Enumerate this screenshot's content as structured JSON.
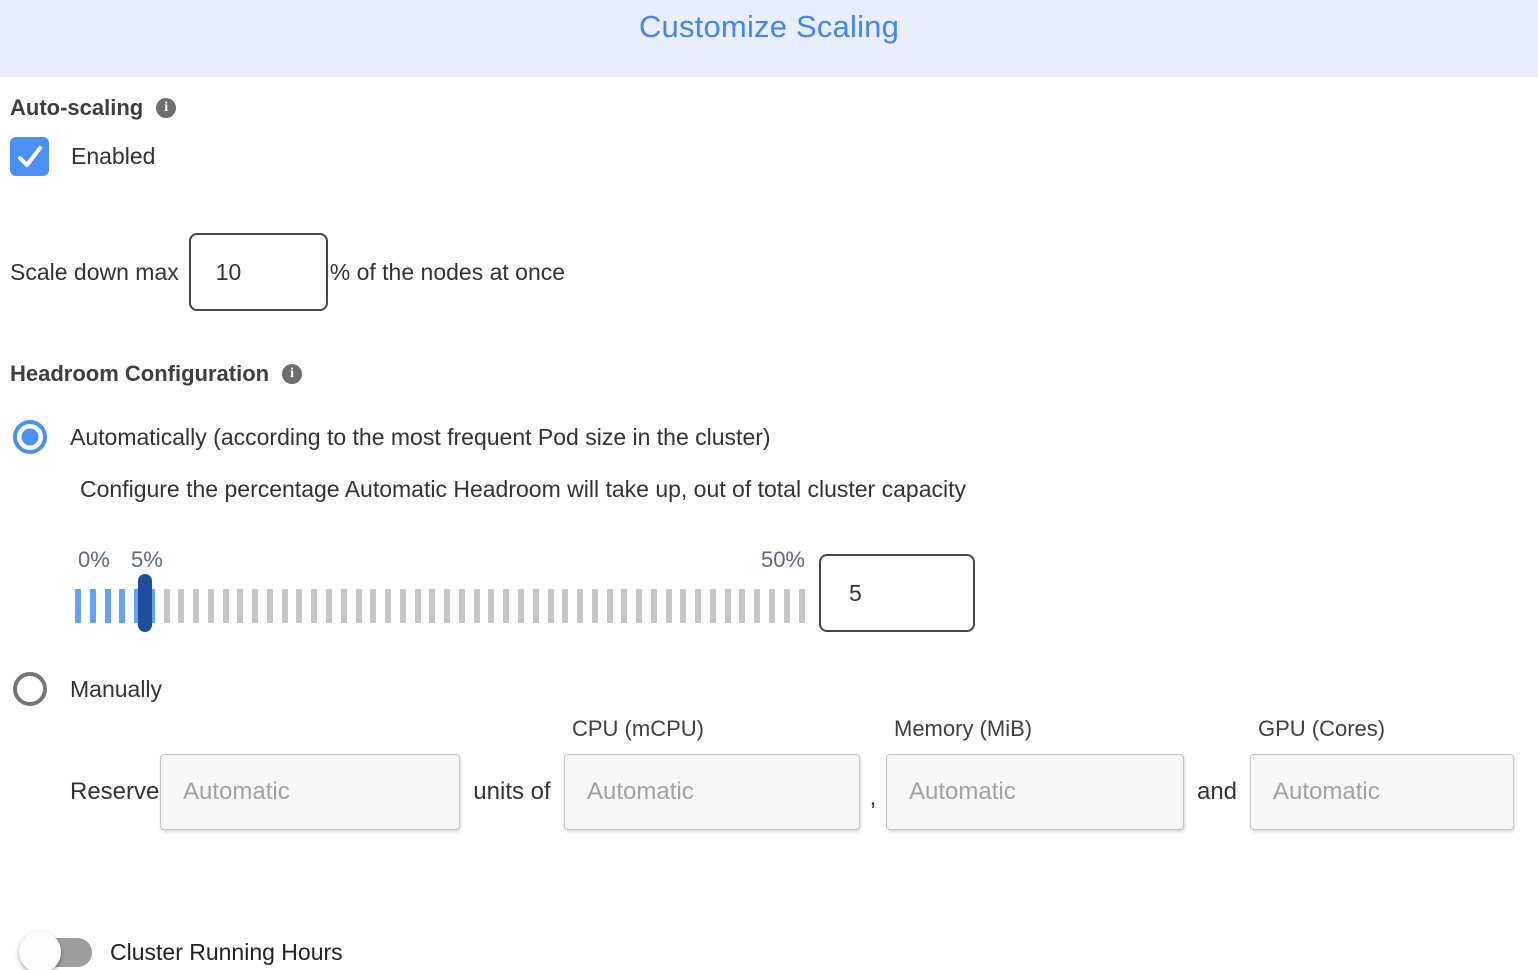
{
  "header": {
    "title": "Customize Scaling"
  },
  "auto_scaling": {
    "label": "Auto-scaling",
    "enabled": true,
    "enabled_label": "Enabled",
    "scale_down": {
      "prefix": "Scale down max",
      "value": "10",
      "suffix": "% of the nodes at once"
    }
  },
  "headroom": {
    "label": "Headroom Configuration",
    "options": [
      {
        "label": "Automatically (according to the most frequent Pod size in the cluster)",
        "selected": true
      },
      {
        "label": "Manually",
        "selected": false
      }
    ],
    "auto_description": "Configure the percentage Automatic Headroom will take up, out of total cluster capacity",
    "slider": {
      "min_label": "0%",
      "current_label": "5%",
      "max_label": "50%",
      "value": "5",
      "tick_count": 50,
      "active_ticks": 6
    },
    "manual": {
      "columns": [
        "CPU (mCPU)",
        "Memory (MiB)",
        "GPU (Cores)"
      ],
      "reserve_label": "Reserve",
      "units_of_label": "units of",
      "comma": ",",
      "and_label": "and",
      "placeholders": {
        "count": "Automatic",
        "cpu": "Automatic",
        "memory": "Automatic",
        "gpu": "Automatic"
      }
    }
  },
  "cluster_running_hours": {
    "label": "Cluster Running Hours",
    "enabled": false
  },
  "colors": {
    "header_bg": "#e8eefb",
    "title_blue": "#4285f4",
    "accent": "#4a90f5",
    "tick_active": "#64a2f5",
    "tick_inactive": "#c6c6c6",
    "handle": "#1d4e9e"
  }
}
